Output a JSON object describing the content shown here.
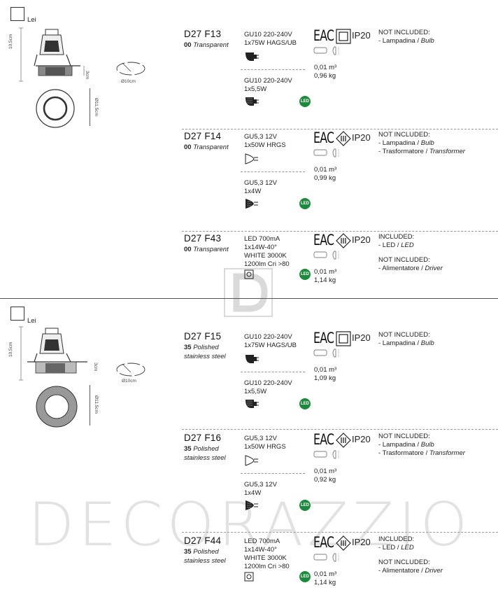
{
  "sections": [
    {
      "checkbox_label": "Lei",
      "dim_height": "10,5cm",
      "dim_depth": "3cm",
      "dim_hole": "Ø10cm",
      "dim_diameter": "Ø11,5cm"
    },
    {
      "checkbox_label": "Lei",
      "dim_height": "10,5cm",
      "dim_depth": "3cm",
      "dim_hole": "Ø10cm",
      "dim_diameter": "Ø11,5cm"
    }
  ],
  "products": [
    {
      "code": "D27 F13",
      "finish_num": "00",
      "finish_name": "Transparent",
      "finish_name2": "",
      "spec1": [
        "GU10 220-240V",
        "1x75W HAGS/UB"
      ],
      "spec2": [
        "GU10 220-240V",
        "1x5,5W"
      ],
      "ip": "IP20",
      "volume": "0,01 m³",
      "weight": "0,96 kg",
      "note1_title": "NOT INCLUDED:",
      "note1_lines": [
        {
          "it": "Lampadina",
          "en": "Bulb"
        }
      ],
      "note2_title": "",
      "note2_lines": []
    },
    {
      "code": "D27 F14",
      "finish_num": "00",
      "finish_name": "Transparent",
      "finish_name2": "",
      "spec1": [
        "GU5,3 12V",
        "1x50W HRGS"
      ],
      "spec2": [
        "GU5,3 12V",
        "1x4W"
      ],
      "ip": "IP20",
      "volume": "0,01 m³",
      "weight": "0,99 kg",
      "note1_title": "NOT INCLUDED:",
      "note1_lines": [
        {
          "it": "Lampadina",
          "en": "Bulb"
        },
        {
          "it": "Trasformatore",
          "en": "Transformer"
        }
      ],
      "note2_title": "",
      "note2_lines": []
    },
    {
      "code": "D27 F43",
      "finish_num": "00",
      "finish_name": "Transparent",
      "finish_name2": "",
      "spec1": [
        "LED 700mA",
        "1x14W-40°",
        "WHITE 3000K",
        "1200lm Cri >80"
      ],
      "spec2": [],
      "ip": "IP20",
      "volume": "0,01 m³",
      "weight": "1,14 kg",
      "note1_title": "INCLUDED:",
      "note1_lines": [
        {
          "it": "LED",
          "en": "LED"
        }
      ],
      "note2_title": "NOT INCLUDED:",
      "note2_lines": [
        {
          "it": "Alimentatore",
          "en": "Driver"
        }
      ]
    },
    {
      "code": "D27 F15",
      "finish_num": "35",
      "finish_name": "Polished",
      "finish_name2": "stainless steel",
      "spec1": [
        "GU10 220-240V",
        "1x75W HAGS/UB"
      ],
      "spec2": [
        "GU10 220-240V",
        "1x5,5W"
      ],
      "ip": "IP20",
      "volume": "0,01 m³",
      "weight": "1,09 kg",
      "note1_title": "NOT INCLUDED:",
      "note1_lines": [
        {
          "it": "Lampadina",
          "en": "Bulb"
        }
      ],
      "note2_title": "",
      "note2_lines": []
    },
    {
      "code": "D27 F16",
      "finish_num": "35",
      "finish_name": "Polished",
      "finish_name2": "stainless steel",
      "spec1": [
        "GU5,3 12V",
        "1x50W HRGS"
      ],
      "spec2": [
        "GU5,3 12V",
        "1x4W"
      ],
      "ip": "IP20",
      "volume": "0,01 m³",
      "weight": "0,92 kg",
      "note1_title": "NOT INCLUDED:",
      "note1_lines": [
        {
          "it": "Lampadina",
          "en": "Bulb"
        },
        {
          "it": "Trasformatore",
          "en": "Transformer"
        }
      ],
      "note2_title": "",
      "note2_lines": []
    },
    {
      "code": "D27 F44",
      "finish_num": "35",
      "finish_name": "Polished",
      "finish_name2": "stainless steel",
      "spec1": [
        "LED 700mA",
        "1x14W-40°",
        "WHITE 3000K",
        "1200lm Cri >80"
      ],
      "spec2": [],
      "ip": "IP20",
      "volume": "0,01 m³",
      "weight": "1,14 kg",
      "note1_title": "INCLUDED:",
      "note1_lines": [
        {
          "it": "LED",
          "en": "LED"
        }
      ],
      "note2_title": "NOT INCLUDED:",
      "note2_lines": [
        {
          "it": "Alimentatore",
          "en": "Driver"
        }
      ]
    }
  ],
  "eac_mark": "EAC",
  "led_badge": "LED",
  "watermark_text": "DECORAZZIO",
  "colors": {
    "led_green": "#1c8a3c",
    "text": "#222222",
    "watermark": "#969696"
  }
}
